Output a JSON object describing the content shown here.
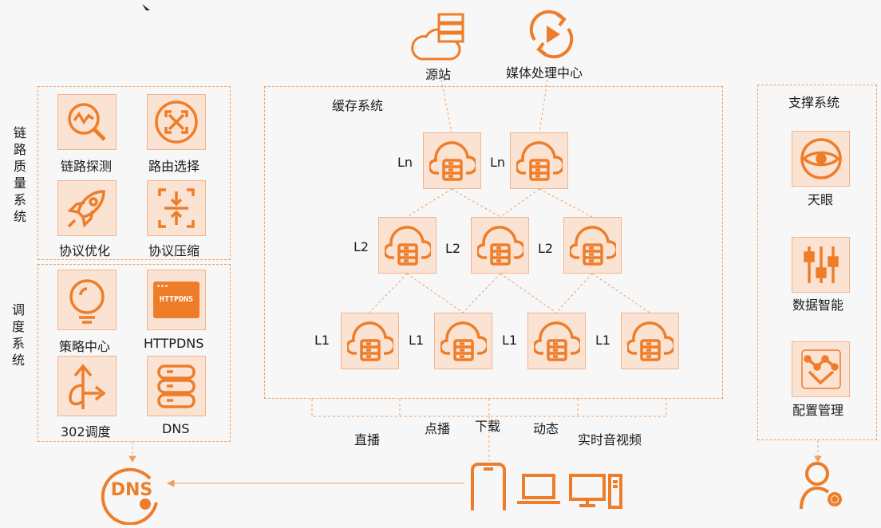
{
  "colors": {
    "accent": "#ee7d2a",
    "tile_bg": "#fbe3d3",
    "dash": "#f0a060"
  },
  "top": {
    "origin": "源站",
    "media_center": "媒体处理中心"
  },
  "link_quality": {
    "title": "链路质量系统",
    "items": [
      {
        "label": "链路探测",
        "icon": "probe-icon"
      },
      {
        "label": "路由选择",
        "icon": "route-icon"
      },
      {
        "label": "协议优化",
        "icon": "rocket-icon"
      },
      {
        "label": "协议压缩",
        "icon": "compress-icon"
      }
    ]
  },
  "scheduling": {
    "title": "调度系统",
    "items": [
      {
        "label": "策略中心",
        "icon": "bulb-icon"
      },
      {
        "label": "HTTPDNS",
        "icon": "httpdns-icon",
        "badge": "HTTPDNS"
      },
      {
        "label": "302调度",
        "icon": "redirect-icon"
      },
      {
        "label": "DNS",
        "icon": "server-icon"
      }
    ]
  },
  "cache": {
    "title": "缓存系统",
    "ln_labels": [
      "Ln",
      "Ln"
    ],
    "l2_labels": [
      "L2",
      "L2",
      "L2"
    ],
    "l1_labels": [
      "L1",
      "L1",
      "L1",
      "L1"
    ]
  },
  "flows": [
    "直播",
    "点播",
    "下载",
    "动态",
    "实时音视频"
  ],
  "support": {
    "title": "支撑系统",
    "items": [
      {
        "label": "天眼",
        "icon": "eye-icon"
      },
      {
        "label": "数据智能",
        "icon": "sliders-icon"
      },
      {
        "label": "配置管理",
        "icon": "config-icon"
      }
    ]
  },
  "bottom": {
    "dns_badge": "DNS"
  }
}
